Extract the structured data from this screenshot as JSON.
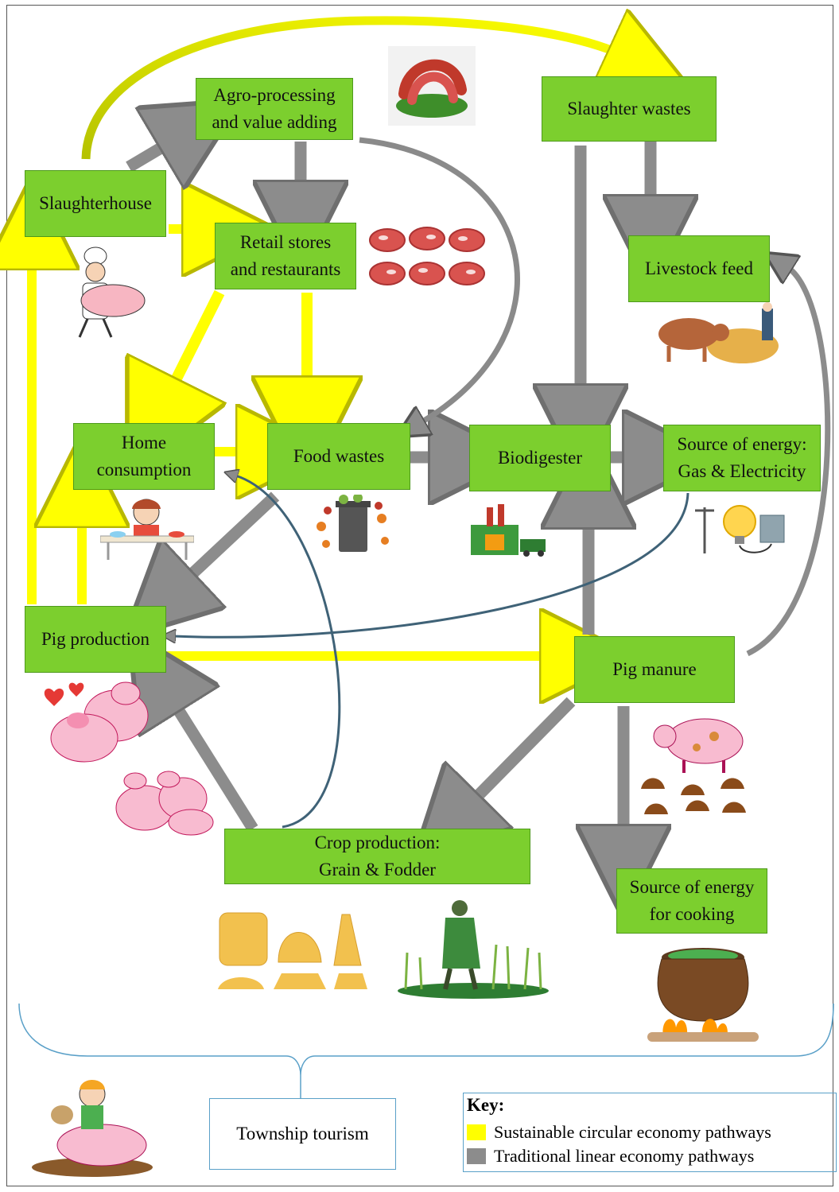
{
  "nodes": {
    "agro": [
      "Agro-processing",
      "and value adding"
    ],
    "slaughter_wastes": "Slaughter wastes",
    "slaughterhouse": "Slaughterhouse",
    "retail": [
      "Retail stores",
      "and restaurants"
    ],
    "livestock_feed": "Livestock feed",
    "home": [
      "Home",
      "consumption"
    ],
    "food_wastes": "Food wastes",
    "biodigester": "Biodigester",
    "energy": [
      "Source of energy:",
      "Gas & Electricity"
    ],
    "pig_production": "Pig production",
    "pig_manure": "Pig manure",
    "crop": [
      "Crop production:",
      "Grain & Fodder"
    ],
    "cooking": [
      "Source of energy",
      "for cooking"
    ],
    "tourism": "Township tourism"
  },
  "key": {
    "title": "Key:",
    "items": [
      {
        "label": "Sustainable circular economy pathways",
        "color": "#ffff00"
      },
      {
        "label": "Traditional linear economy pathways",
        "color": "#8c8c8c"
      }
    ]
  },
  "colors": {
    "node_fill": "#7ccf2e",
    "circular_arrow": "#ffff00",
    "linear_arrow": "#8c8c8c",
    "curve_linear": "#6c7d8c"
  },
  "icons": [
    "sausage-icon",
    "butcher-with-pig-icon",
    "raw-meat-icon",
    "cow-feeding-icon",
    "child-eating-icon",
    "waste-bin-icon",
    "factory-icon",
    "lightbulb-icon",
    "pigs-in-love-icon",
    "piglets-icon",
    "pig-with-dung-icon",
    "hay-bales-icon",
    "farmer-icon",
    "cooking-pot-fire-icon",
    "boy-riding-pig-icon"
  ]
}
